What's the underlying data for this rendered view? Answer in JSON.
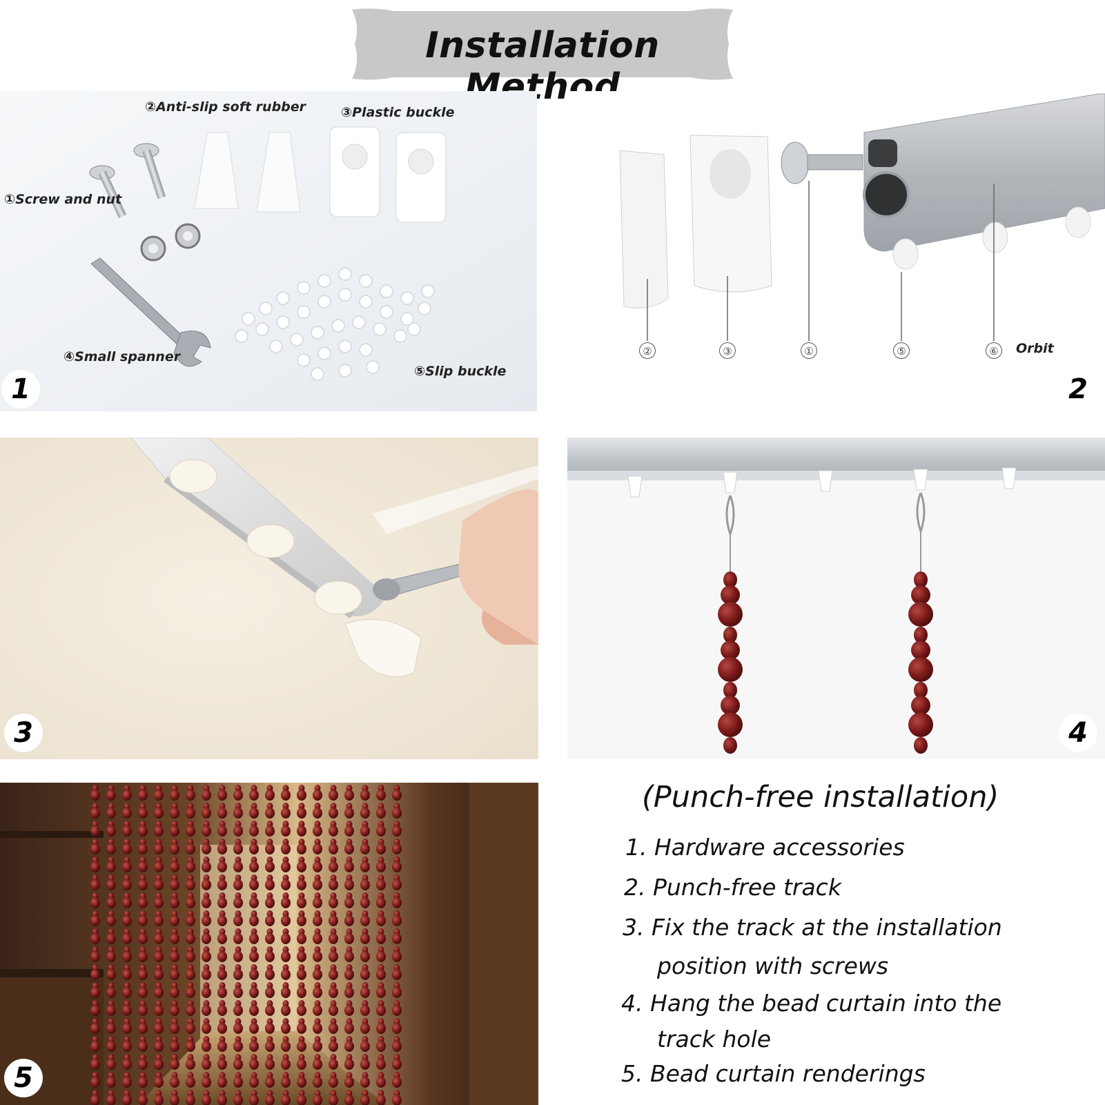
{
  "title": "Installation Method",
  "panel_badges": [
    "1",
    "2",
    "3",
    "4",
    "5"
  ],
  "panel1": {
    "labels": {
      "screw_and_nut": "①Screw and nut",
      "anti_slip_soft_rubber": "②Anti-slip soft rubber",
      "plastic_buckle": "③Plastic buckle",
      "small_spanner": "④Small spanner",
      "slip_buckle": "⑤Slip buckle"
    }
  },
  "panel2": {
    "callouts": [
      "②",
      "③",
      "①",
      "⑤",
      "⑥"
    ],
    "orbit_label": "Orbit"
  },
  "instructions": {
    "heading": "(Punch-free installation)",
    "lines": [
      "1. Hardware accessories",
      "2. Punch-free track",
      "3. Fix the track at the installation",
      "position with screws",
      "4. Hang the bead curtain into the",
      "track hole",
      "5. Bead curtain renderings"
    ]
  },
  "colors": {
    "banner": "#c8c8c8",
    "bead": "#7a1a1a",
    "track": "#b9bcc0",
    "wall": "#efe6d6"
  }
}
